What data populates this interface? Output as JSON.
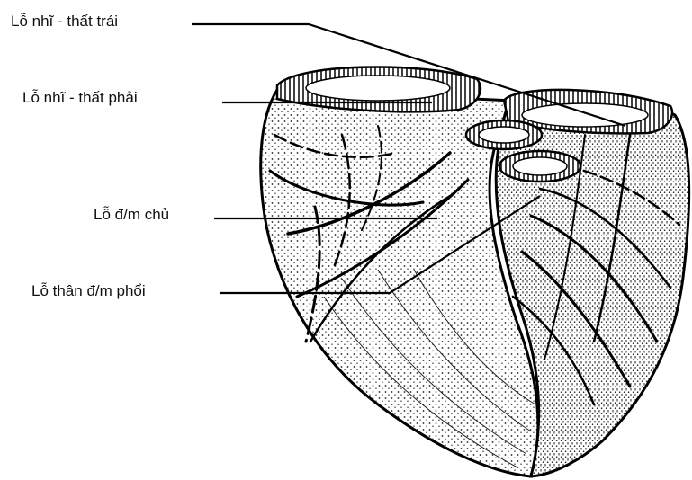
{
  "labels": [
    {
      "id": "left-av-orifice",
      "text": "Lỗ nhĩ - thất trái"
    },
    {
      "id": "right-av-orifice",
      "text": "Lỗ nhĩ - thất phải"
    },
    {
      "id": "aortic-orifice",
      "text": "Lỗ đ/m chủ"
    },
    {
      "id": "pulmonary-trunk-orifice",
      "text": "Lỗ thân đ/m phổi"
    }
  ],
  "colors": {
    "ink": "#111111",
    "background": "#ffffff"
  }
}
